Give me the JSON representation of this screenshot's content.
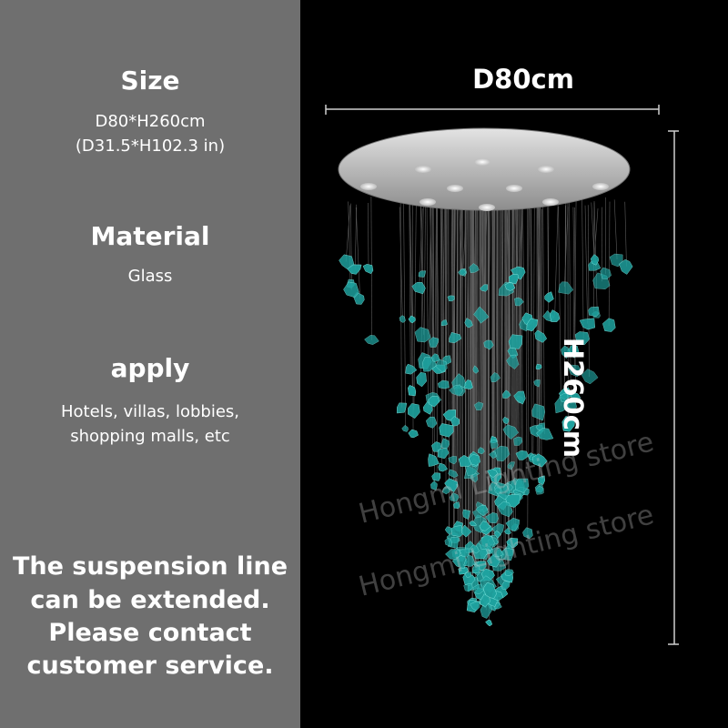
{
  "specs": {
    "size_heading": "Size",
    "size_metric": "D80*H260cm",
    "size_imperial": "(D31.5*H102.3 in)",
    "material_heading": "Material",
    "material_value": "Glass",
    "apply_heading": "apply",
    "apply_line1": "Hotels, villas, lobbies,",
    "apply_line2": "shopping malls, etc"
  },
  "note": {
    "line1": "The suspension line",
    "line2": "can be extended.",
    "line3": "Please contact",
    "line4": "customer service."
  },
  "dimensions": {
    "width_label": "D80cm",
    "height_label": "H260cm"
  },
  "watermark": {
    "text": "Hongmi Lighting store"
  },
  "colors": {
    "panel_bg": "#6f6f6f",
    "photo_bg": "#000000",
    "glass": "#1fa3a0",
    "canopy": "#b9b9b9"
  },
  "image": {
    "subject_icon": "chandelier-image"
  }
}
